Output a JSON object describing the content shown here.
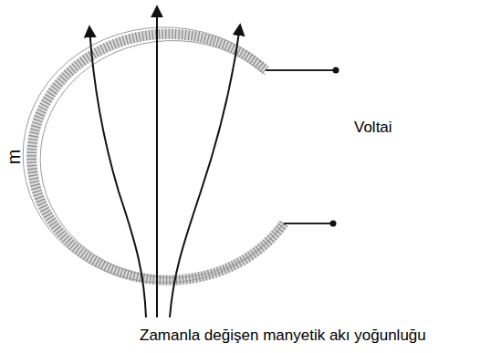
{
  "diagram": {
    "labels": [
      "m",
      "Voltai",
      "Zamanla değişen manyetik akı yoğunluğu"
    ]
  }
}
